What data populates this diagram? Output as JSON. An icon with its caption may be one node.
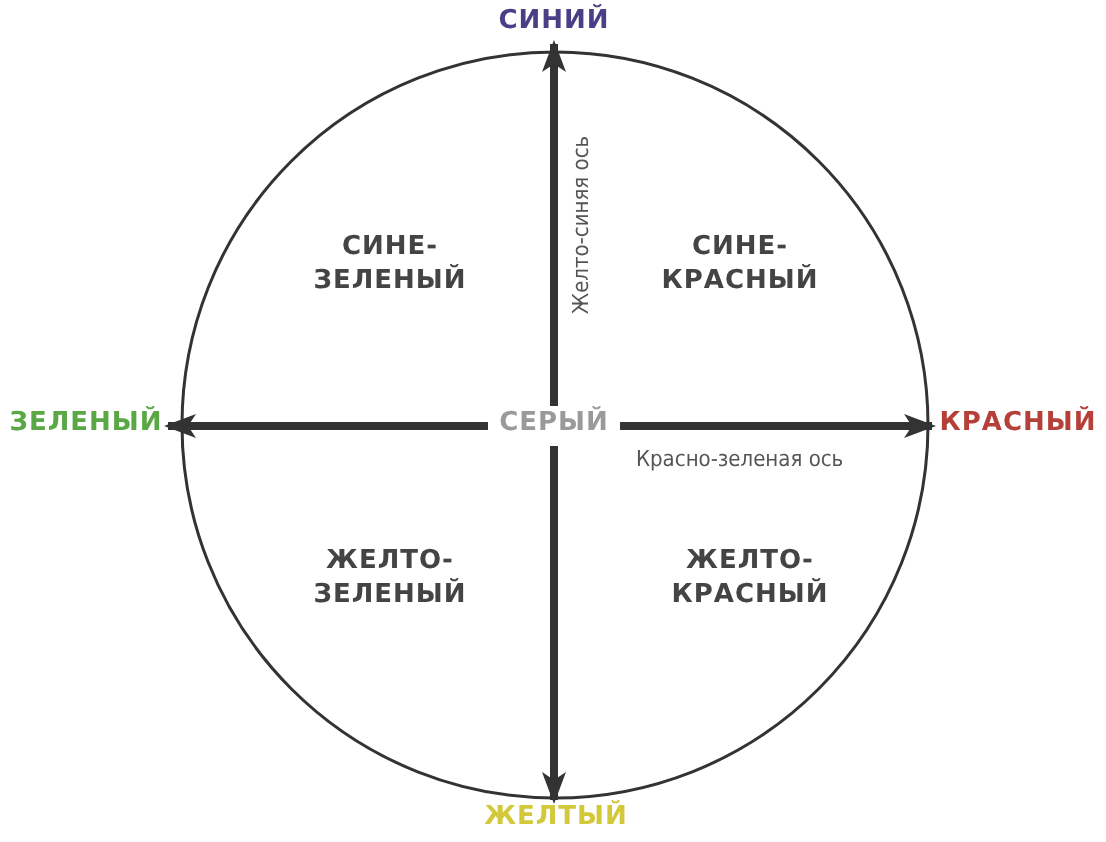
{
  "diagram": {
    "nodes": [
      {
        "text": [
          "СИНИЙ"
        ]
      },
      {
        "text": [],
        "shape": "circle"
      },
      {
        "text": [
          "СИНЕ- ЗЕЛЕНЫЙ"
        ],
        "in": 1
      },
      {
        "text": [
          "СИНЕ- КРАСНЫЙ"
        ],
        "in": 1
      },
      {
        "text": [
          "ЗЕЛЕНЫЙ"
        ]
      },
      {
        "text": [
          "СЕРЫЙ"
        ],
        "in": 1
      },
      {
        "text": [
          "КРАСНЫЙ"
        ]
      },
      {
        "text": [
          "ЖЕЛТО- ЗЕЛЕНЫЙ"
        ],
        "in": 1
      },
      {
        "text": [
          "ЖЕЛТО- КРАСНЫЙ"
        ],
        "in": 1
      },
      {
        "text": [
          "ЖЕЛТЫЙ"
        ]
      }
    ],
    "edges": [
      {
        "from": 5,
        "to": 0,
        "arrow": "to",
        "label": "Желто-синяя ось"
      },
      {
        "from": 5,
        "to": 4,
        "arrow": "to"
      },
      {
        "from": 5,
        "to": 6,
        "arrow": "to",
        "label": "Красно-зеленая ось"
      },
      {
        "from": 5,
        "to": 9,
        "arrow": "to"
      }
    ]
  }
}
